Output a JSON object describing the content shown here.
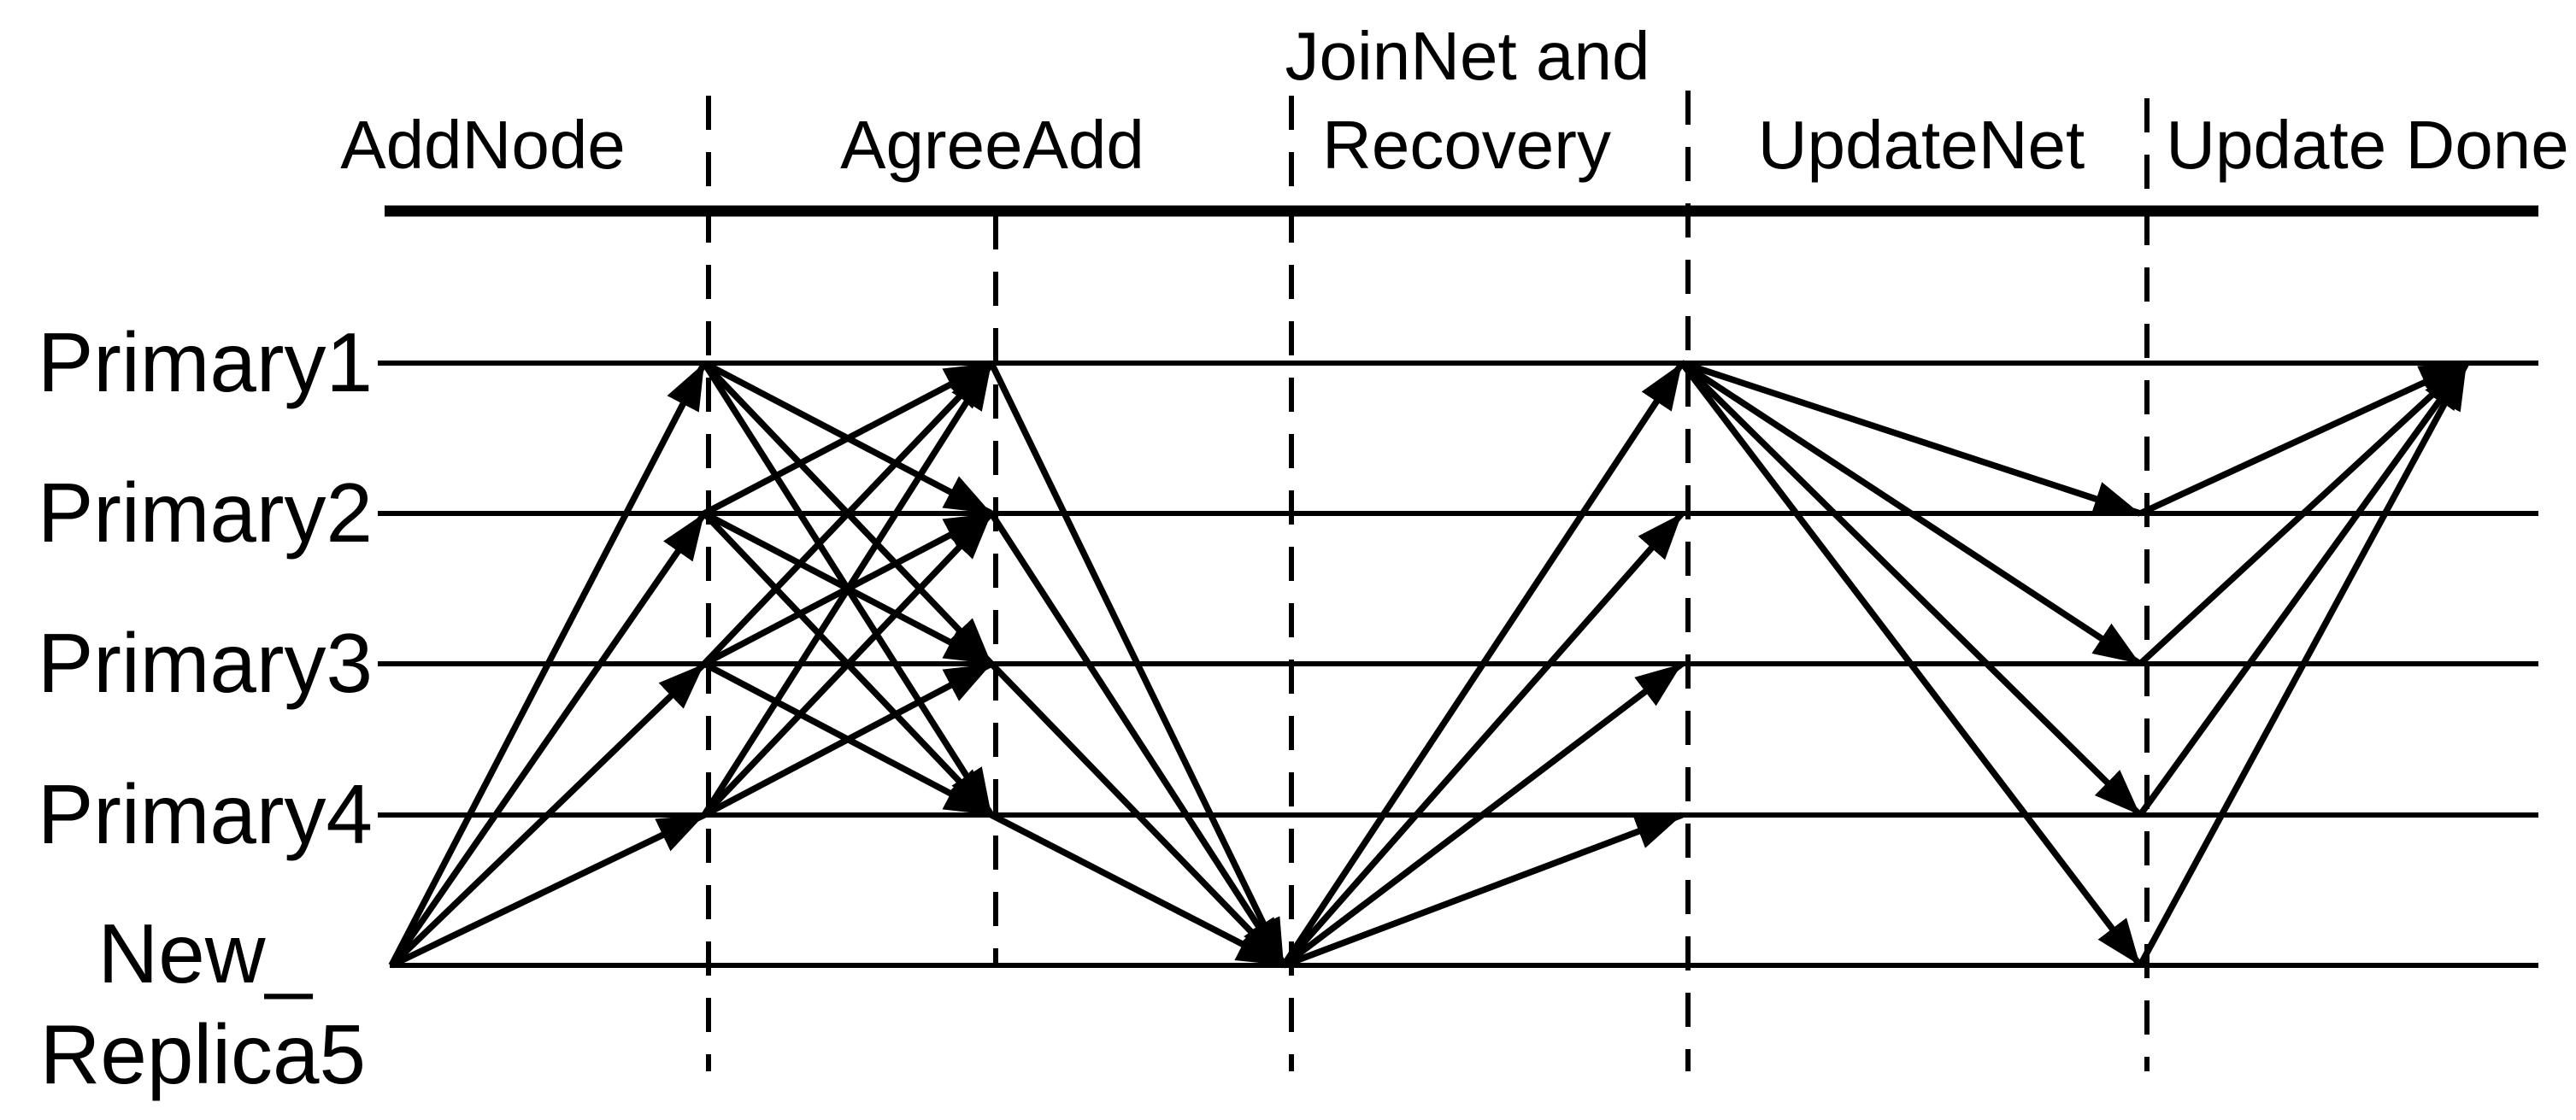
{
  "diagram": {
    "background": "#ffffff",
    "ink": "#000000",
    "phase_labels": {
      "addnode": "AddNode",
      "agreeadd": "AgreeAdd",
      "joinnet_line1": "JoinNet and",
      "joinnet_line2": "Recovery",
      "updatenet": "UpdateNet",
      "updatedone": "Update Done"
    },
    "node_labels": {
      "primary1": "Primary1",
      "primary2": "Primary2",
      "primary3": "Primary3",
      "primary4": "Primary4",
      "new_replica5_line1": "New_",
      "new_replica5_line2": "Replica5"
    },
    "nodes": [
      "Primary1",
      "Primary2",
      "Primary3",
      "Primary4",
      "New_Replica5"
    ],
    "phases": [
      "AddNode",
      "AgreeAdd",
      "JoinNet and Recovery",
      "UpdateNet",
      "Update Done"
    ],
    "messages": [
      {
        "phase": "AddNode",
        "from": "New_Replica5@start",
        "to": "Primary1@A"
      },
      {
        "phase": "AddNode",
        "from": "New_Replica5@start",
        "to": "Primary2@A"
      },
      {
        "phase": "AddNode",
        "from": "New_Replica5@start",
        "to": "Primary3@A"
      },
      {
        "phase": "AddNode",
        "from": "New_Replica5@start",
        "to": "Primary4@A"
      },
      {
        "phase": "AgreeAdd",
        "from": "Primary1@A",
        "to": "Primary2@B"
      },
      {
        "phase": "AgreeAdd",
        "from": "Primary1@A",
        "to": "Primary3@B"
      },
      {
        "phase": "AgreeAdd",
        "from": "Primary1@A",
        "to": "Primary4@B"
      },
      {
        "phase": "AgreeAdd",
        "from": "Primary2@A",
        "to": "Primary1@B"
      },
      {
        "phase": "AgreeAdd",
        "from": "Primary2@A",
        "to": "Primary3@B"
      },
      {
        "phase": "AgreeAdd",
        "from": "Primary2@A",
        "to": "Primary4@B"
      },
      {
        "phase": "AgreeAdd",
        "from": "Primary3@A",
        "to": "Primary1@B"
      },
      {
        "phase": "AgreeAdd",
        "from": "Primary3@A",
        "to": "Primary2@B"
      },
      {
        "phase": "AgreeAdd",
        "from": "Primary3@A",
        "to": "Primary4@B"
      },
      {
        "phase": "AgreeAdd",
        "from": "Primary4@A",
        "to": "Primary1@B"
      },
      {
        "phase": "AgreeAdd",
        "from": "Primary4@A",
        "to": "Primary2@B"
      },
      {
        "phase": "AgreeAdd",
        "from": "Primary4@A",
        "to": "Primary3@B"
      },
      {
        "phase": "AgreeAdd",
        "from": "Primary1@B",
        "to": "New_Replica5@C"
      },
      {
        "phase": "AgreeAdd",
        "from": "Primary2@B",
        "to": "New_Replica5@C"
      },
      {
        "phase": "AgreeAdd",
        "from": "Primary3@B",
        "to": "New_Replica5@C"
      },
      {
        "phase": "AgreeAdd",
        "from": "Primary4@B",
        "to": "New_Replica5@C"
      },
      {
        "phase": "JoinNet",
        "from": "New_Replica5@C",
        "to": "Primary1@D"
      },
      {
        "phase": "JoinNet",
        "from": "New_Replica5@C",
        "to": "Primary2@D"
      },
      {
        "phase": "JoinNet",
        "from": "New_Replica5@C",
        "to": "Primary3@D"
      },
      {
        "phase": "JoinNet",
        "from": "New_Replica5@C",
        "to": "Primary4@D"
      },
      {
        "phase": "UpdateNet",
        "from": "Primary1@D",
        "to": "Primary2@E"
      },
      {
        "phase": "UpdateNet",
        "from": "Primary1@D",
        "to": "Primary3@E"
      },
      {
        "phase": "UpdateNet",
        "from": "Primary1@D",
        "to": "Primary4@E"
      },
      {
        "phase": "UpdateNet",
        "from": "Primary1@D",
        "to": "New_Replica5@E"
      },
      {
        "phase": "UpdateDone",
        "from": "Primary2@E",
        "to": "Primary1@done"
      },
      {
        "phase": "UpdateDone",
        "from": "Primary3@E",
        "to": "Primary1@done"
      },
      {
        "phase": "UpdateDone",
        "from": "Primary4@E",
        "to": "Primary1@done"
      },
      {
        "phase": "UpdateDone",
        "from": "New_Replica5@E",
        "to": "Primary1@done"
      }
    ]
  }
}
